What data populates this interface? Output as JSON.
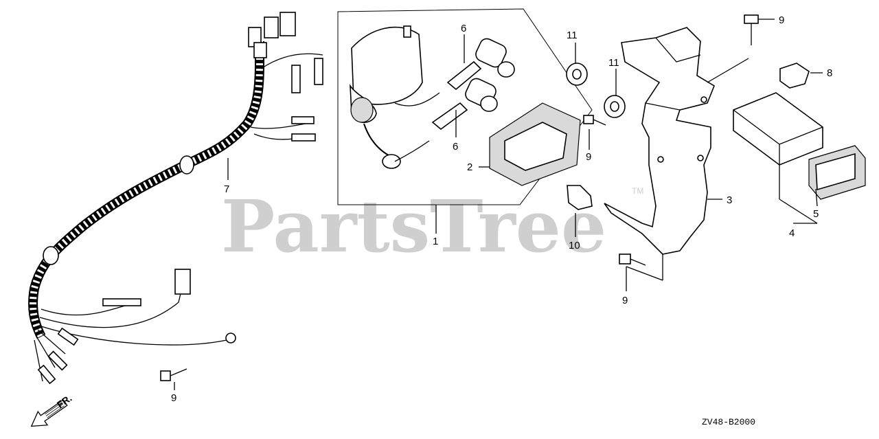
{
  "watermark": {
    "text": "PartsTree",
    "tm": "TM"
  },
  "diagram_code": "ZV48-B2000",
  "direction_label": "FR.",
  "callouts": {
    "c1": "1",
    "c2": "2",
    "c3": "3",
    "c4": "4",
    "c5": "5",
    "c6a": "6",
    "c6b": "6",
    "c7": "7",
    "c8": "8",
    "c9a": "9",
    "c9b": "9",
    "c9c": "9",
    "c9d": "9",
    "c10": "10",
    "c11a": "11",
    "c11b": "11"
  }
}
